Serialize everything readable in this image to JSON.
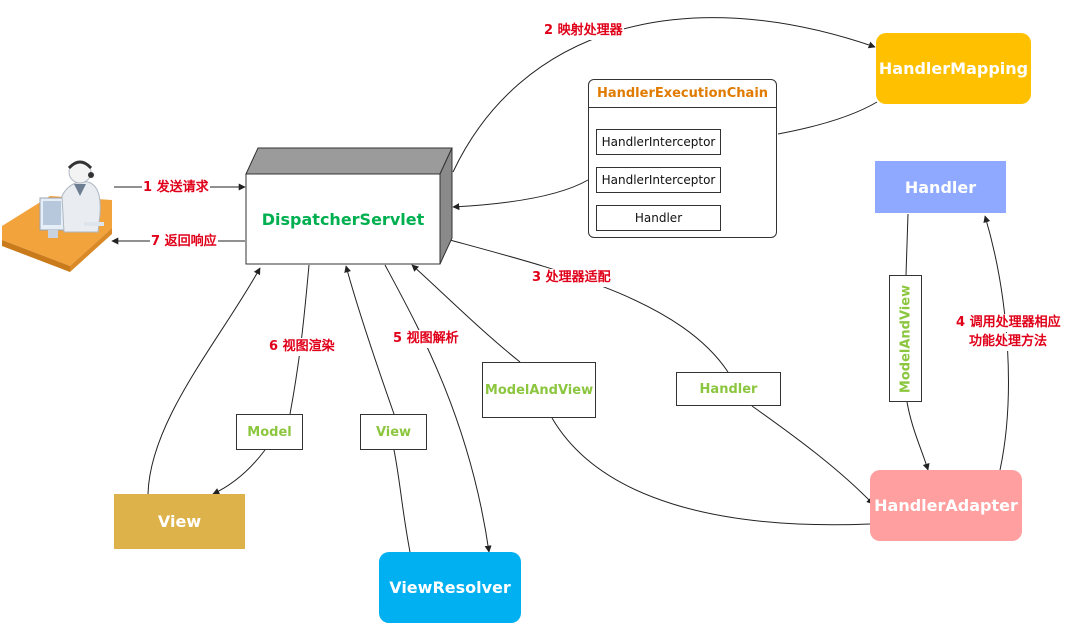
{
  "nodes": {
    "dispatcher": "DispatcherServlet",
    "handler_mapping": "HandlerMapping",
    "handler": "Handler",
    "handler_adapter": "HandlerAdapter",
    "view": "View",
    "view_resolver": "ViewResolver"
  },
  "chain": {
    "title": "HandlerExecutionChain",
    "items": [
      "HandlerInterceptor",
      "HandlerInterceptor",
      "Handler"
    ]
  },
  "edge_boxes": {
    "model_and_view": "ModelAndView",
    "handler": "Handler",
    "model": "Model",
    "view": "View",
    "model_and_view_vertical": "ModelAndView"
  },
  "steps": {
    "s1": "1 发送请求",
    "s2": "2 映射处理器",
    "s3": "3 处理器适配",
    "s4_line1": "4 调用处理器相应",
    "s4_line2": "功能处理方法",
    "s5": "5 视图解析",
    "s6": "6 视图渲染",
    "s7": "7 返回响应"
  },
  "colors": {
    "dispatcher_text": "#00b050",
    "handler_mapping": "#ffc000",
    "handler": "#8ea9ff",
    "handler_adapter": "#ff9f9f",
    "view": "#ddb24a",
    "view_resolver": "#00b0f0",
    "step_label": "#e0001a",
    "edge_box_text": "#8cc63f",
    "chain_title": "#e07b00"
  },
  "icons": {
    "user": "customer-service-agent-icon"
  }
}
